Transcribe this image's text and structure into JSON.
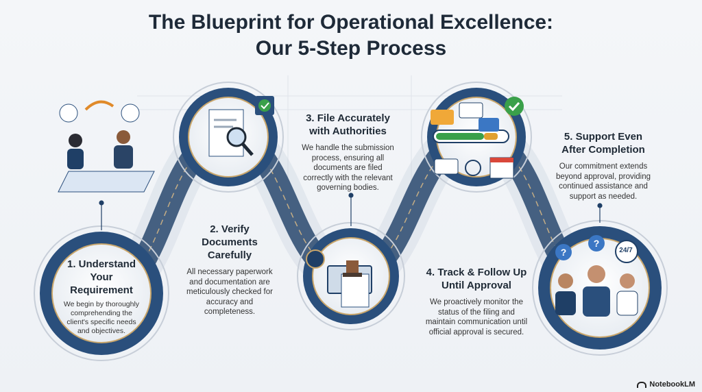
{
  "title_line1": "The Blueprint for Operational Excellence:",
  "title_line2": "Our 5-Step Process",
  "steps": [
    {
      "title": "1. Understand Your Requirement",
      "text": "We begin by thoroughly comprehending the client's specific needs and objectives."
    },
    {
      "title": "2. Verify Documents Carefully",
      "text": "All necessary paperwork and documentation are meticulously checked for accuracy and completeness."
    },
    {
      "title": "3. File Accurately with Authorities",
      "text": "We handle the submission process, ensuring all documents are filed correctly with the relevant governing bodies."
    },
    {
      "title": "4. Track & Follow Up Until Approval",
      "text": "We proactively monitor the status of the filing and maintain communication until official approval is secured."
    },
    {
      "title": "5. Support Even After Completion",
      "text": "Our commitment extends beyond approval, providing continued assistance and support as needed."
    }
  ],
  "badge_247": "24/7",
  "brand": "NotebookLM",
  "colors": {
    "navy": "#1f3f66",
    "gold": "#c9a66b",
    "green": "#3aa04a"
  }
}
